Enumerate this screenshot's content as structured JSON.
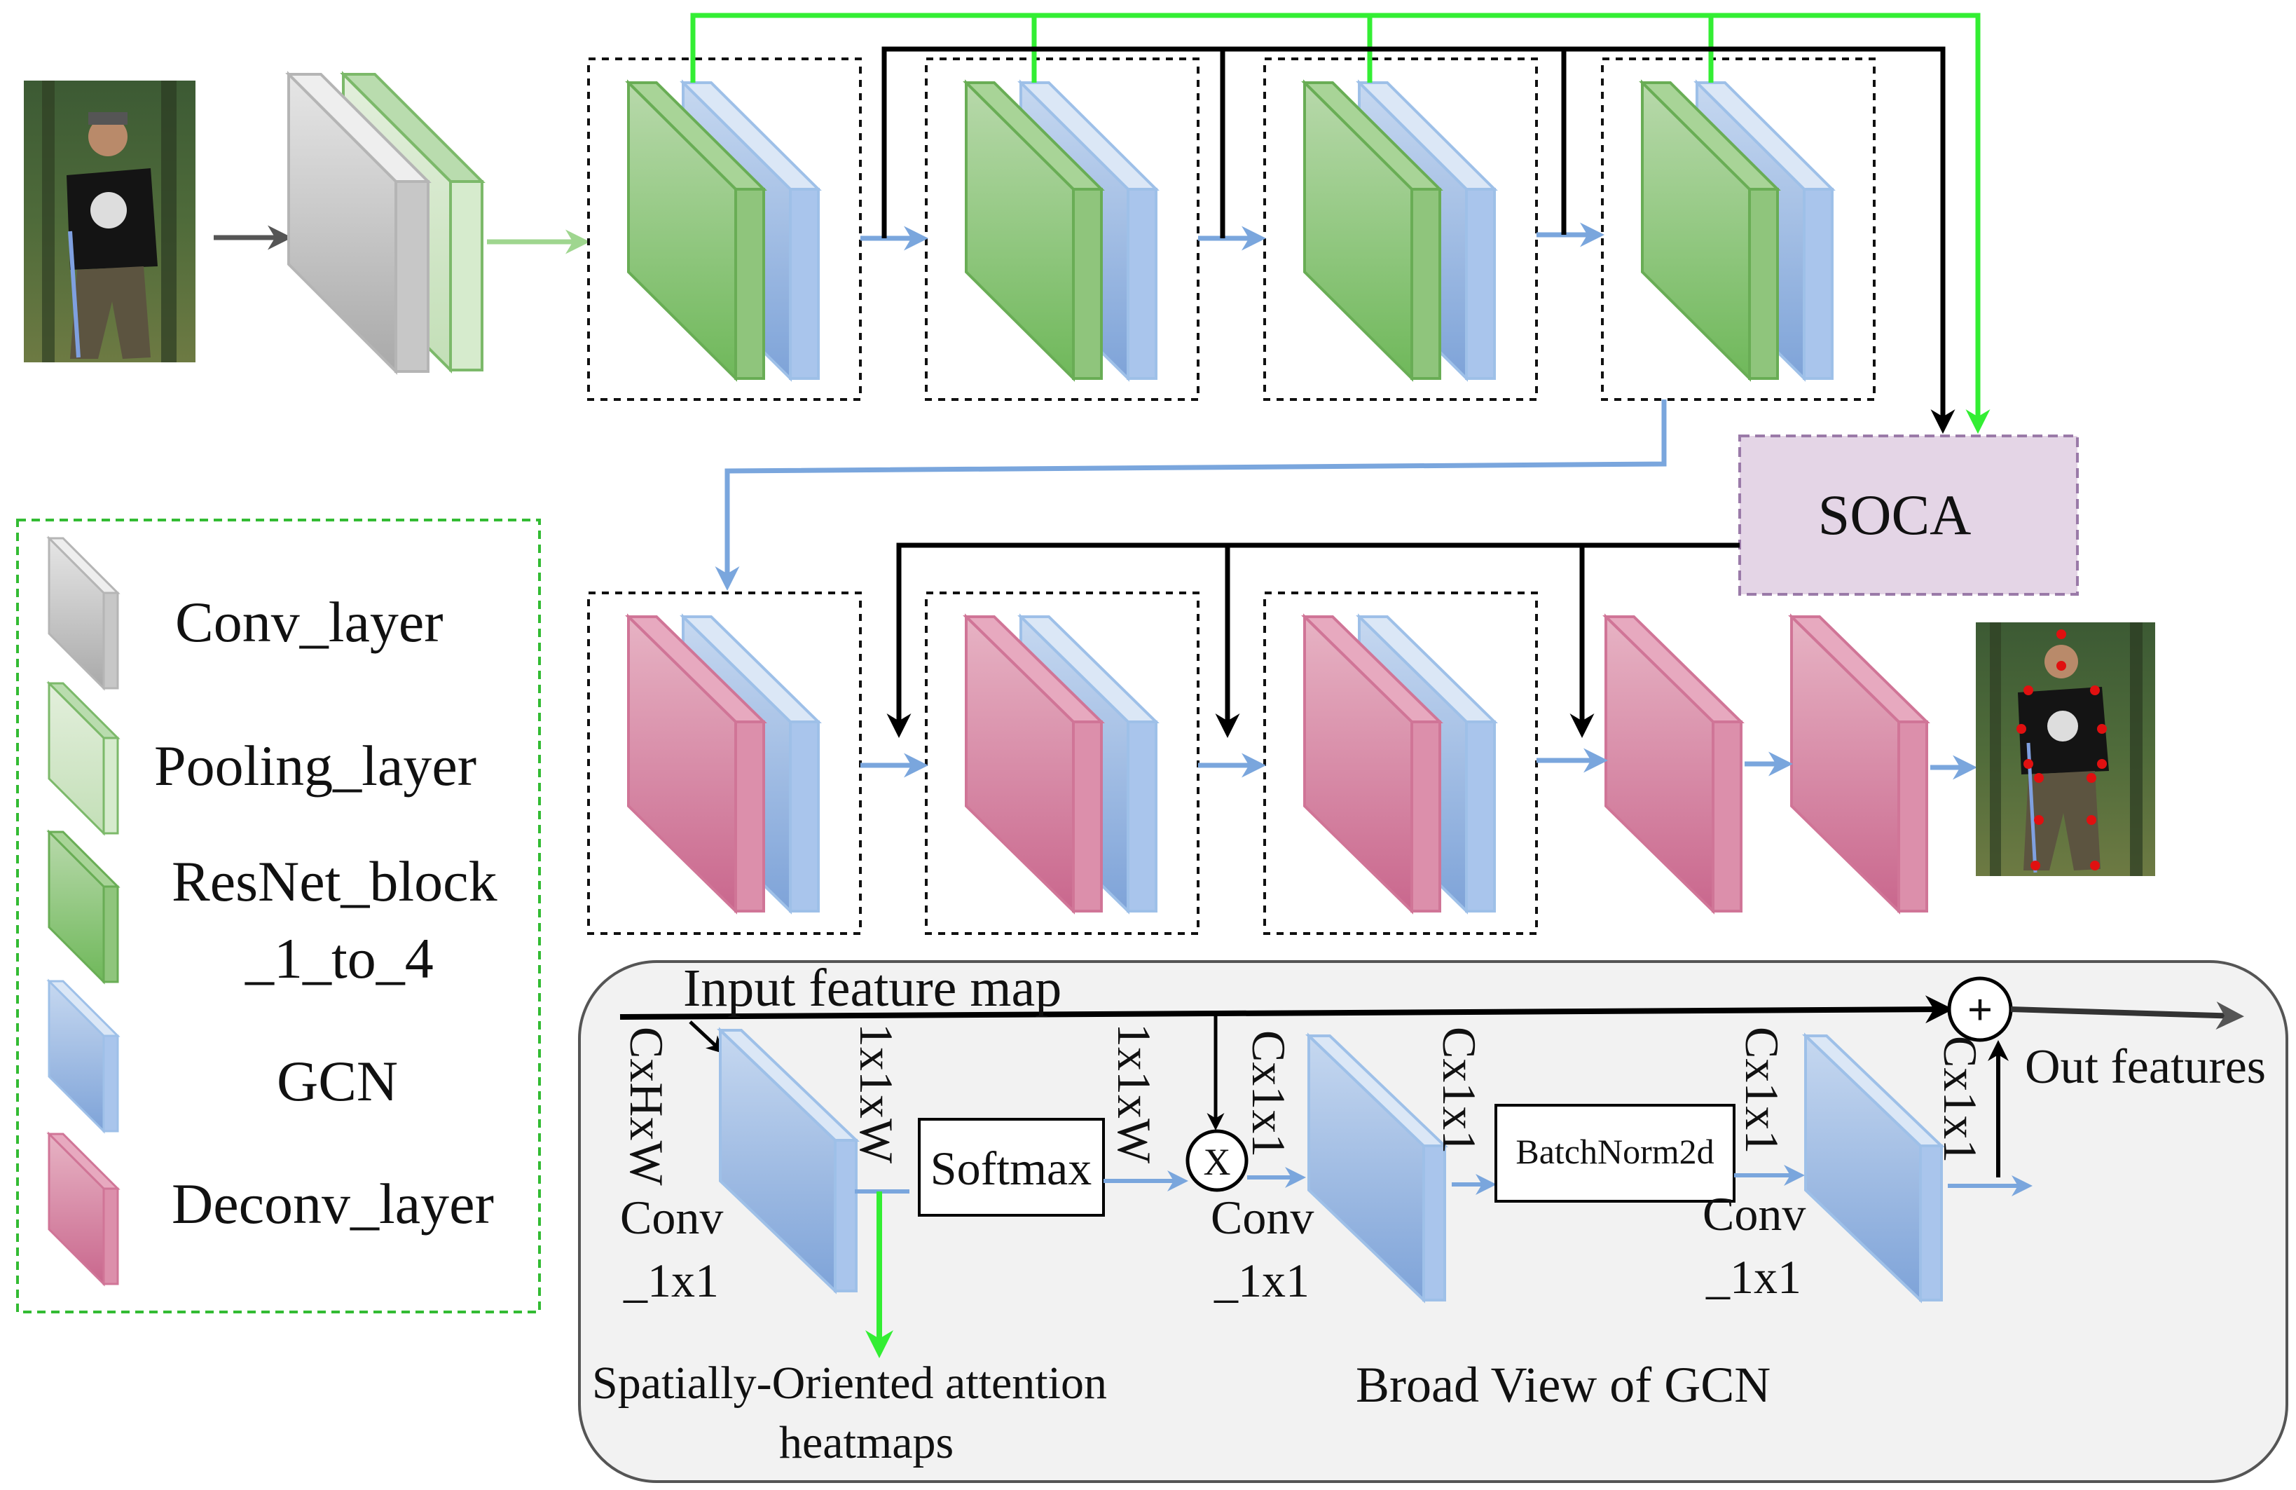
{
  "soca": {
    "label": "SOCA"
  },
  "legend": {
    "conv": "Conv_layer",
    "pooling": "Pooling_layer",
    "resnet_line1": "ResNet_block",
    "resnet_line2": "_1_to_4",
    "gcn": "GCN",
    "deconv": "Deconv_layer"
  },
  "gcn_view": {
    "input_label": "Input feature map",
    "out_label": "Out features",
    "plus_symbol": "+",
    "times_symbol": "X",
    "dim_chw": "CxHxW",
    "dim_1x1xw_a": "1x1xW",
    "dim_1x1xw_b": "1x1xW",
    "dim_cx1x1_a": "Cx1x1",
    "dim_cx1x1_b": "Cx1x1",
    "dim_cx1x1_c": "Cx1x1",
    "dim_cx1x1_d": "Cx1x1",
    "softmax": "Softmax",
    "batchnorm": "BatchNorm2d",
    "conv1_line1": "Conv",
    "conv1_line2": "_1x1",
    "conv2_line1": "Conv",
    "conv2_line2": "_1x1",
    "conv3_line1": "Conv",
    "conv3_line2": "_1x1",
    "heatmap_line1": "Spatially-Oriented attention",
    "heatmap_line2": "heatmaps",
    "caption": "Broad View of GCN"
  },
  "colors": {
    "green_arrow": "#33ee33",
    "blue_arrow": "#7aa6dd",
    "black_arrow": "#000000",
    "soca_fill": "#e4d5e6",
    "soca_border": "#9a7aa8",
    "legend_border": "#33bb33",
    "panel_fill": "#f2f2f2"
  }
}
